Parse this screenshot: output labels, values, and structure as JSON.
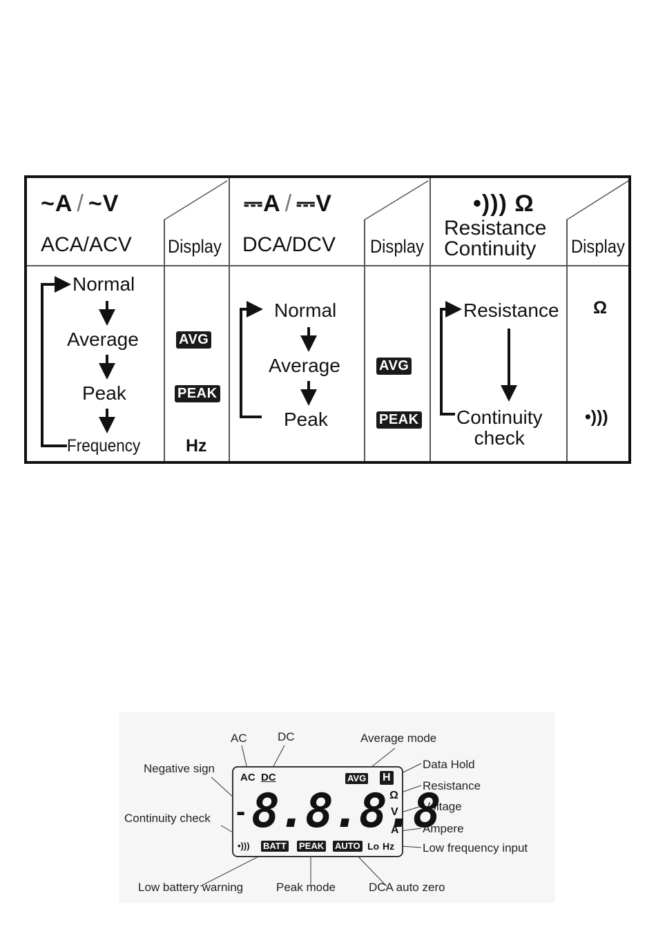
{
  "mode_table": {
    "sections": [
      {
        "symbol_a": "~A",
        "symbol_v": "~V",
        "slash": "/",
        "name": "ACA/ACV",
        "display_header": "Display",
        "steps": [
          "Normal",
          "Average",
          "Peak",
          "Frequency"
        ],
        "displays": [
          "",
          "AVG",
          "PEAK",
          "Hz"
        ]
      },
      {
        "symbol_a": "⎓A",
        "symbol_v": "⎓V",
        "slash": "/",
        "name": "DCA/DCV",
        "display_header": "Display",
        "steps": [
          "Normal",
          "Average",
          "Peak"
        ],
        "displays": [
          "",
          "AVG",
          "PEAK"
        ]
      },
      {
        "symbol": "•))) Ω",
        "name_line1": "Resistance",
        "name_line2": "Continuity",
        "display_header": "Display",
        "steps": [
          "Resistance",
          "Continuity",
          "check"
        ],
        "displays": [
          "Ω",
          "•)))"
        ]
      }
    ]
  },
  "lcd_diagram": {
    "labels": {
      "ac": "AC",
      "dc": "DC",
      "average_mode": "Average mode",
      "negative_sign": "Negative sign",
      "data_hold": "Data Hold",
      "resistance": "Resistance",
      "voltage": "Voltage",
      "continuity_check": "Continuity check",
      "ampere": "Ampere",
      "low_frequency_input": "Low frequency input",
      "low_battery_warning": "Low battery warning",
      "peak_mode": "Peak mode",
      "dca_auto_zero": "DCA auto zero"
    },
    "lcd": {
      "ac": "AC",
      "dc": "DC",
      "avg": "AVG",
      "hold": "H",
      "ohm": "Ω",
      "volt": "V",
      "amp": "A",
      "lo": "Lo",
      "hz": "Hz",
      "batt": "BATT",
      "peak": "PEAK",
      "auto": "AUTO",
      "continuity": "•)))",
      "minus": "-",
      "digits": "8.8.8.8"
    }
  }
}
